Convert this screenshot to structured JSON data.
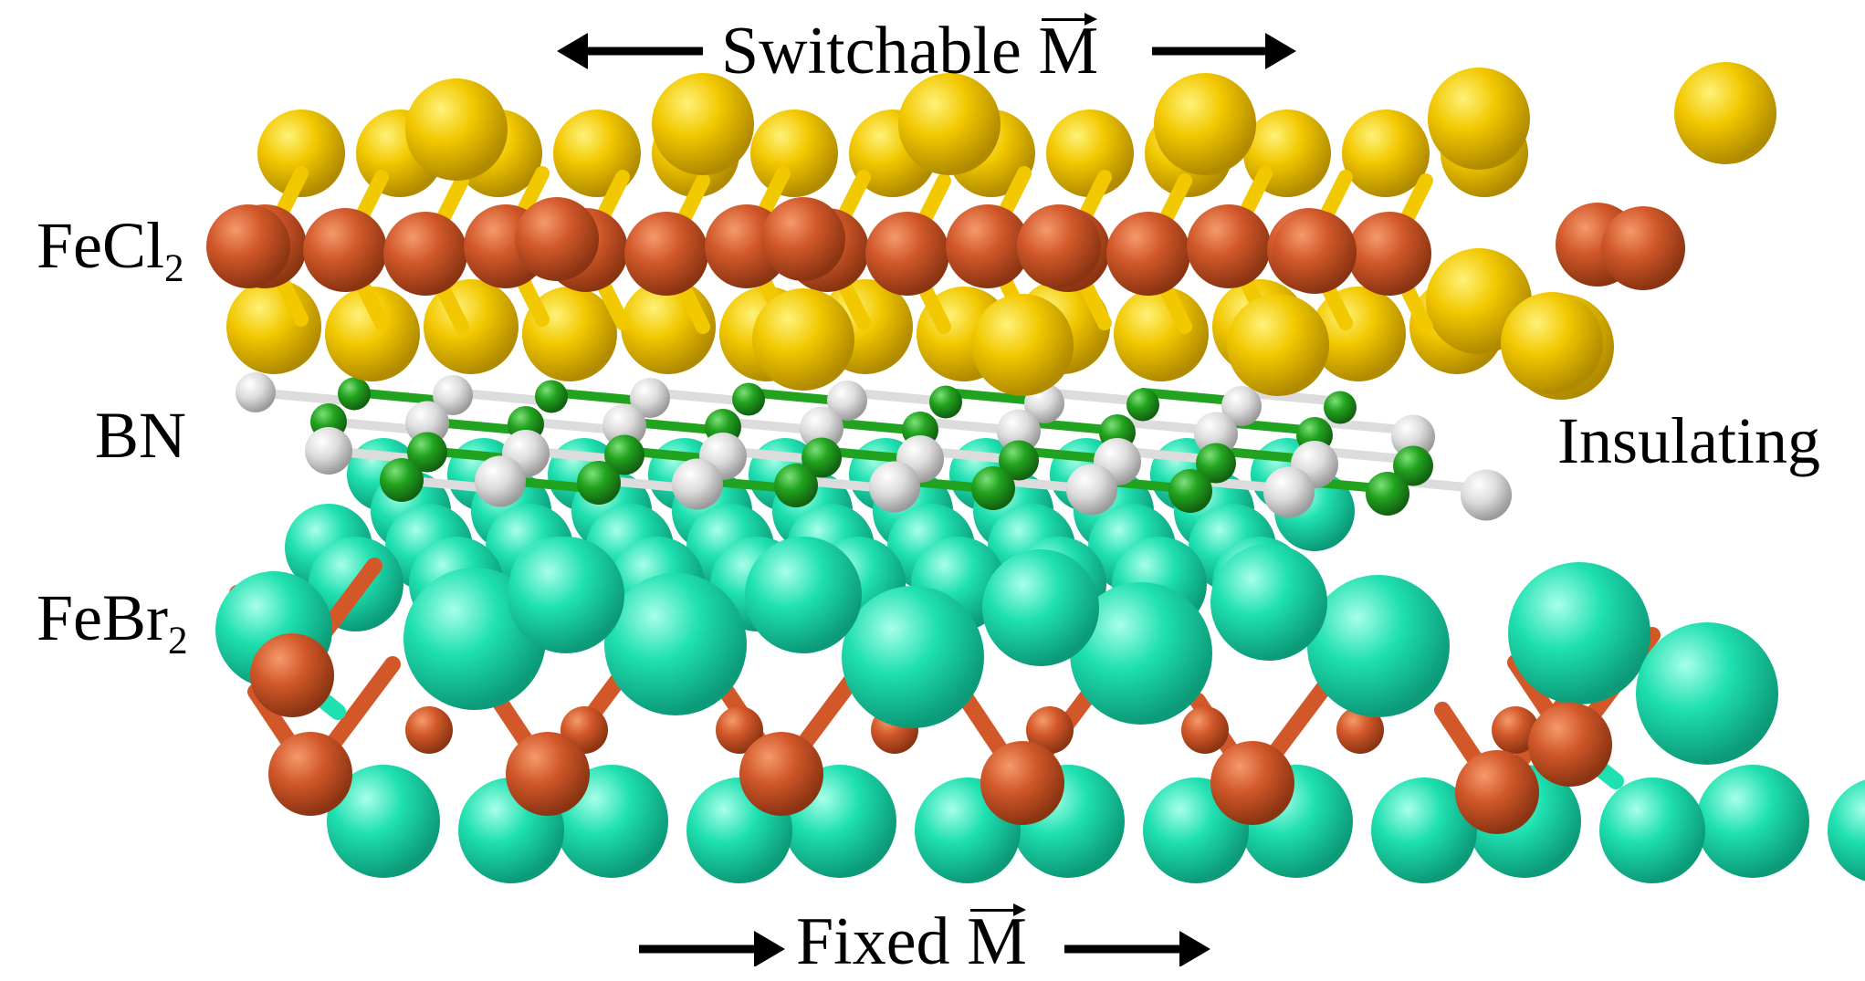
{
  "labels": {
    "top_text": "Switchable",
    "bottom_text": "Fixed",
    "vector_symbol": "M",
    "fecl2_base": "FeCl",
    "fecl2_sub": "2",
    "bn": "BN",
    "insulating": "Insulating",
    "febr2_base": "FeBr",
    "febr2_sub": "2"
  },
  "atom_colors": {
    "chlorine": "#f2c800",
    "iron": "#d2582a",
    "boron": "#dcdcdc",
    "nitrogen": "#22a31f",
    "bromine": "#1fe0b0",
    "arrow": "#000000"
  },
  "arrows": {
    "top": "double-left-right",
    "bottom": "both-pointing-right"
  }
}
